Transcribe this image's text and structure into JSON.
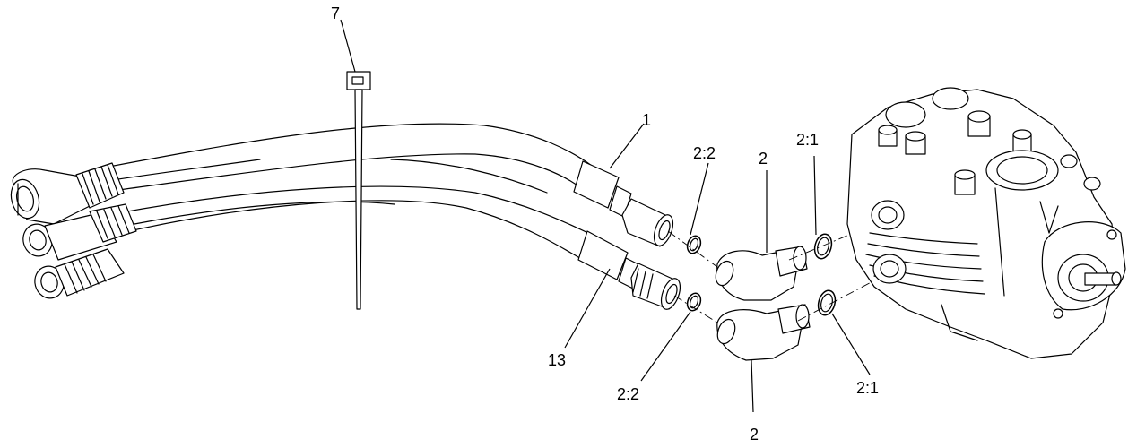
{
  "callouts": {
    "tie": "7",
    "hose_upper": "1",
    "hose_lower": "13",
    "oring_upper_left": "2:2",
    "oring_lower_left": "2:2",
    "elbow_upper": "2",
    "elbow_lower": "2",
    "oring_upper_right": "2:1",
    "oring_lower_right": "2:1"
  }
}
